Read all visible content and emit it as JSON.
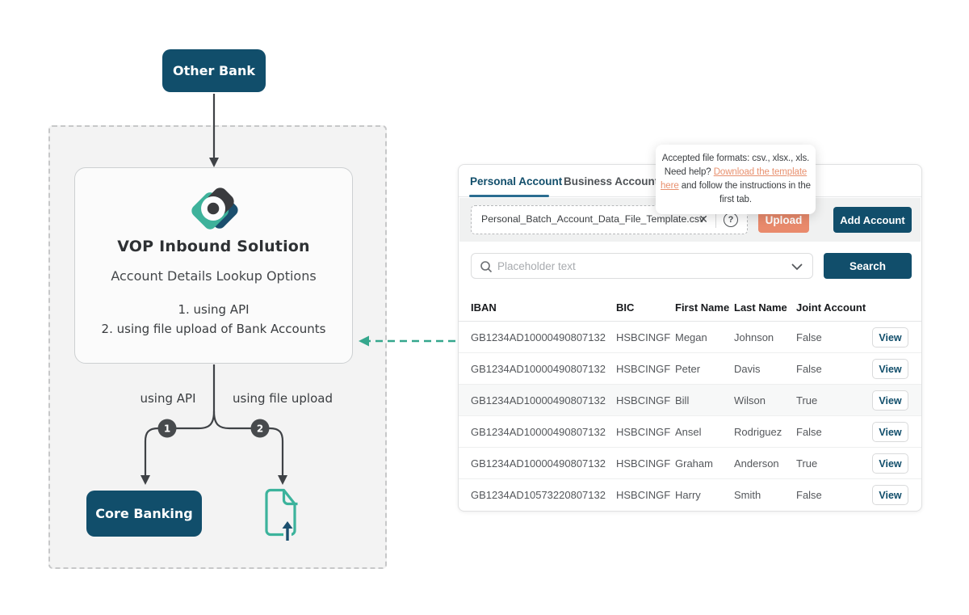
{
  "colors": {
    "navy": "#114E6B",
    "orange": "#E98A6C",
    "link_orange": "#E8906E",
    "teal": "#3CB39C",
    "arrow_teal": "#35A78D"
  },
  "diagram": {
    "other_bank_label": "Other Bank",
    "solution": {
      "title": "VOP Inbound Solution",
      "subtitle": "Account Details Lookup Options",
      "options": [
        "1. using API",
        "2. using file upload of Bank Accounts"
      ]
    },
    "branches": [
      {
        "label": "using API",
        "badge": "1"
      },
      {
        "label": "using file upload",
        "badge": "2"
      }
    ],
    "core_banking_label": "Core Banking"
  },
  "panel": {
    "tabs": [
      {
        "label": "Personal Account"
      },
      {
        "label": "Business Account"
      }
    ],
    "tooltip": {
      "line1": "Accepted file formats: csv., xlsx., xls.",
      "pre_link": "Need help? ",
      "link_text": "Download the template here",
      "post_link": " and follow the instructions in the first tab."
    },
    "file_upload": {
      "filename": "Personal_Batch_Account_Data_File_Template.csv",
      "clear_icon": "✕",
      "help_icon": "?",
      "upload_button": "Upload"
    },
    "add_account_button": "Add Account",
    "search": {
      "placeholder": "Placeholder text",
      "button": "Search"
    },
    "table": {
      "headers": [
        "IBAN",
        "BIC",
        "First Name",
        "Last Name",
        "Joint Account"
      ],
      "view_button": "View",
      "rows": [
        {
          "iban": "GB1234AD10000490807132",
          "bic": "HSBCINGF",
          "first_name": "Megan",
          "last_name": "Johnson",
          "joint": "False",
          "highlight": false
        },
        {
          "iban": "GB1234AD10000490807132",
          "bic": "HSBCINGF",
          "first_name": "Peter",
          "last_name": "Davis",
          "joint": "False",
          "highlight": false
        },
        {
          "iban": "GB1234AD10000490807132",
          "bic": "HSBCINGF",
          "first_name": "Bill",
          "last_name": "Wilson",
          "joint": "True",
          "highlight": true
        },
        {
          "iban": "GB1234AD10000490807132",
          "bic": "HSBCINGF",
          "first_name": "Ansel",
          "last_name": "Rodriguez",
          "joint": "False",
          "highlight": false
        },
        {
          "iban": "GB1234AD10000490807132",
          "bic": "HSBCINGF",
          "first_name": "Graham",
          "last_name": "Anderson",
          "joint": "True",
          "highlight": false
        },
        {
          "iban": "GB1234AD10573220807132",
          "bic": "HSBCINGF",
          "first_name": "Harry",
          "last_name": "Smith",
          "joint": "False",
          "highlight": false
        }
      ]
    }
  }
}
